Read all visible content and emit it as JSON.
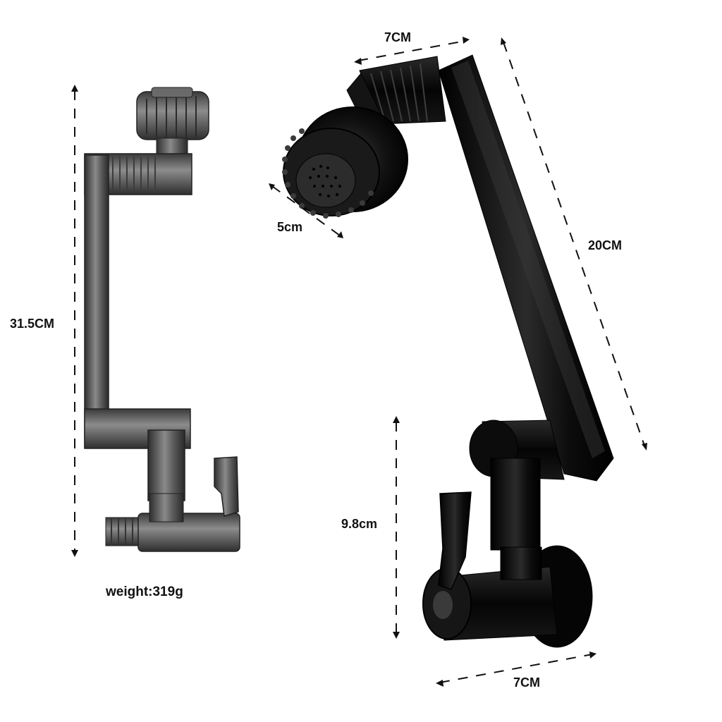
{
  "labels": {
    "total_height": "31.5CM",
    "weight": "weight:319g",
    "top_width": "7CM",
    "head_diameter": "5cm",
    "arm_length": "20CM",
    "base_height": "9.8cm",
    "base_width": "7CM"
  },
  "colors": {
    "background": "#ffffff",
    "product_black": "#0b0b0b",
    "product_gunmetal": "#4a4a4a",
    "dimension_line": "#111111"
  },
  "images": {
    "left_view": "swivel-faucet-aerator-side-view",
    "right_view": "swivel-faucet-aerator-angled-view"
  }
}
